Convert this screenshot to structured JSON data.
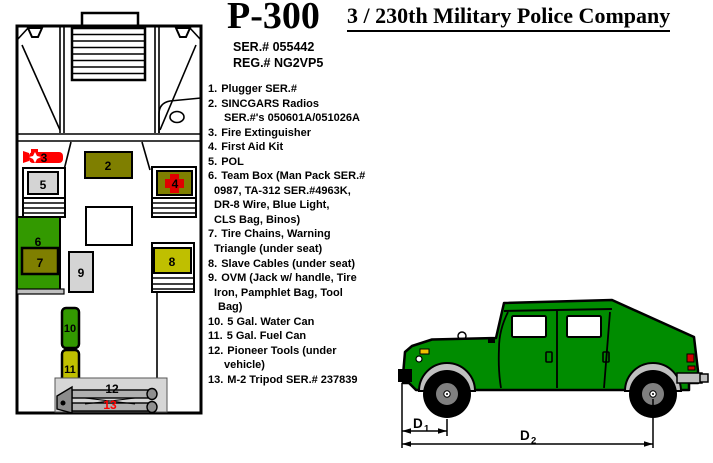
{
  "header": {
    "plan_id": "P-300",
    "unit": "3 / 230th Military Police Company",
    "serial": "SER.# 055442",
    "registration": "REG.# NG2VP5"
  },
  "equipment_list": [
    {
      "num": "1.",
      "lines": [
        "Plugger SER.#"
      ]
    },
    {
      "num": "2.",
      "lines": [
        "SINCGARS Radios",
        "SER.#'s 050601A/051026A"
      ]
    },
    {
      "num": "3.",
      "lines": [
        "Fire Extinguisher"
      ]
    },
    {
      "num": "4.",
      "lines": [
        "First Aid Kit"
      ]
    },
    {
      "num": "5.",
      "lines": [
        "POL"
      ]
    },
    {
      "num": "6.",
      "lines": [
        "Team Box (Man Pack SER.#",
        "0987, TA-312 SER.#4963K,",
        "DR-8 Wire, Blue Light,",
        "CLS Bag, Binos)"
      ]
    },
    {
      "num": "7.",
      "lines": [
        "Tire Chains, Warning",
        "Triangle (under seat)"
      ]
    },
    {
      "num": "8.",
      "lines": [
        "Slave Cables (under seat)"
      ]
    },
    {
      "num": "9.",
      "lines": [
        "OVM (Jack w/ handle, Tire",
        "Iron, Pamphlet Bag, Tool",
        "Bag)"
      ]
    },
    {
      "num": "10.",
      "lines": [
        "5 Gal. Water Can"
      ]
    },
    {
      "num": "11.",
      "lines": [
        "5 Gal. Fuel Can"
      ]
    },
    {
      "num": "12.",
      "lines": [
        "Pioneer Tools (under",
        "vehicle)"
      ]
    },
    {
      "num": "13.",
      "lines": [
        "M-2 Tripod SER.# 237839"
      ]
    }
  ],
  "plan": {
    "labels": {
      "b2": "2",
      "b3": "3",
      "b4": "4",
      "b5": "5",
      "b6": "6",
      "b7": "7",
      "b8": "8",
      "b9": "9",
      "b10": "10",
      "b11": "11",
      "b12": "12",
      "b13": "13"
    }
  },
  "dimensions": {
    "d1": {
      "base": "D",
      "sub": "1"
    },
    "d2": {
      "base": "D",
      "sub": "2"
    }
  },
  "icons": {
    "fire_extinguisher": "red-extinguisher-shape",
    "first_aid": "red-cross-shape"
  },
  "colors": {
    "accent_red": "#FF0000",
    "cross_red": "#E00000",
    "olive_box": "#7F7F00",
    "green_box": "#339900",
    "yellow_box": "#BFBF00",
    "gray_box": "#D4D4D4",
    "cargo_gray": "#D6D6D6",
    "humvee_green": "#008C00",
    "fender_gray": "#C0C0C0",
    "marker_yellow": "#F0C000"
  }
}
